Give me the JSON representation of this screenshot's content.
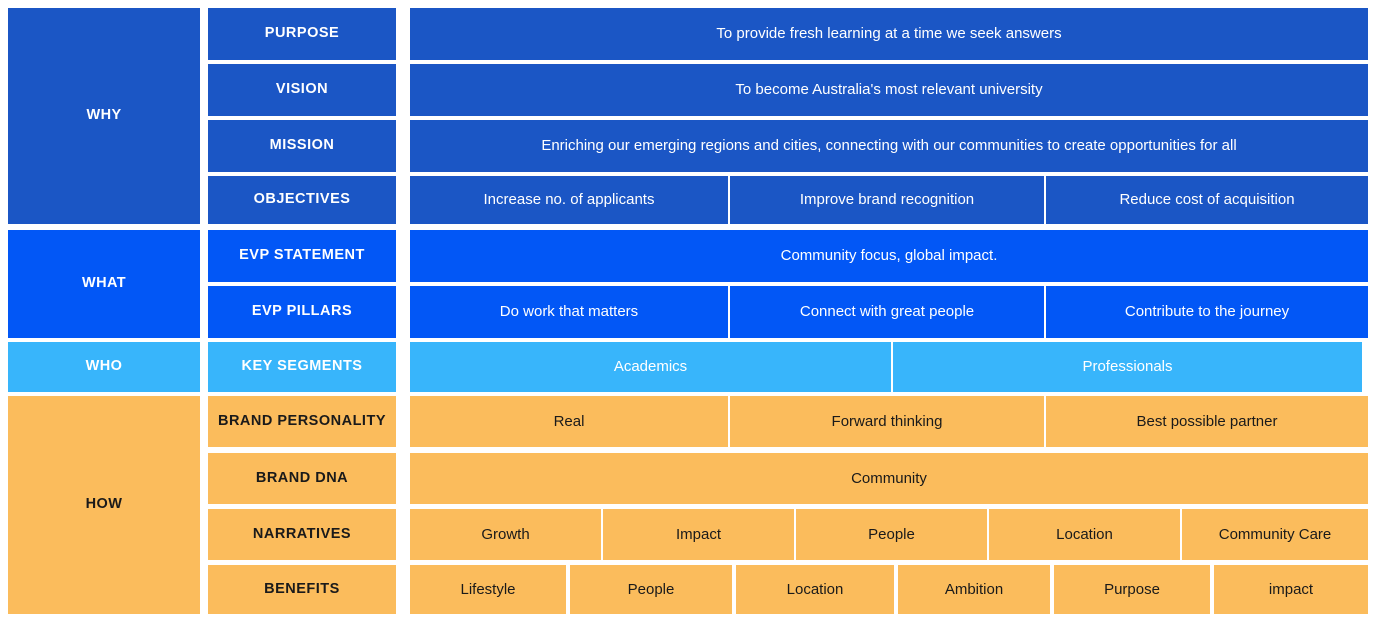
{
  "colors": {
    "why": "#1B56C5",
    "what": "#0257F6",
    "who": "#38B5FB",
    "how": "#FBBC5C",
    "text_light": "#FFFFFF",
    "text_dark": "#1A1A1A",
    "background": "#FFFFFF"
  },
  "groups": {
    "why": "WHY",
    "what": "WHAT",
    "who": "WHO",
    "how": "HOW"
  },
  "labels": {
    "purpose": "PURPOSE",
    "vision": "VISION",
    "mission": "MISSION",
    "objectives": "OBJECTIVES",
    "evp_statement": "EVP STATEMENT",
    "evp_pillars": "EVP PILLARS",
    "key_segments": "KEY SEGMENTS",
    "brand_personality": "BRAND PERSONALITY",
    "brand_dna": "BRAND DNA",
    "narratives": "NARRATIVES",
    "benefits": "BENEFITS"
  },
  "content": {
    "purpose": [
      "To provide fresh learning at a time we seek answers"
    ],
    "vision": [
      "To become Australia's most relevant university"
    ],
    "mission": [
      "Enriching our emerging regions and cities, connecting with our communities to create opportunities for all"
    ],
    "objectives": [
      "Increase no. of applicants",
      "Improve brand recognition",
      "Reduce cost of acquisition"
    ],
    "evp_statement": [
      "Community focus, global impact."
    ],
    "evp_pillars": [
      "Do work that matters",
      "Connect with great people",
      "Contribute to the journey"
    ],
    "key_segments": [
      "Academics",
      "Professionals"
    ],
    "brand_personality": [
      "Real",
      "Forward thinking",
      "Best possible partner"
    ],
    "brand_dna": [
      "Community"
    ],
    "narratives": [
      "Growth",
      "Impact",
      "People",
      "Location",
      "Community Care"
    ],
    "benefits": [
      "Lifestyle",
      "People",
      "Location",
      "Ambition",
      "Purpose",
      "impact"
    ]
  }
}
